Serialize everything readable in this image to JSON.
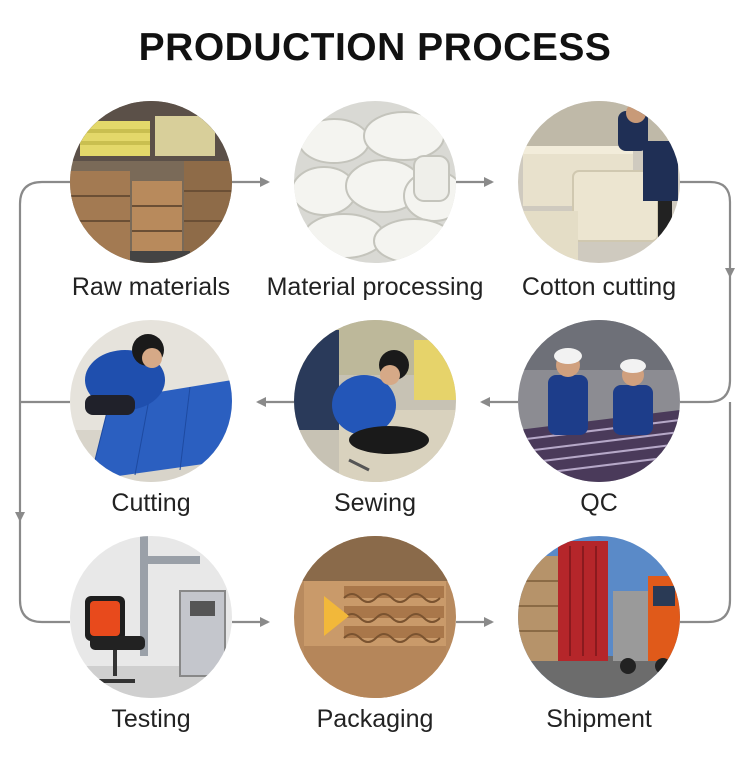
{
  "title": "PRODUCTION PROCESS",
  "colors": {
    "connector": "#8a8a8a",
    "title": "#111111",
    "label": "#222222"
  },
  "steps": [
    {
      "label": "Raw materials",
      "picture": "warehouse-with-foam-and-boxes"
    },
    {
      "label": "Material processing",
      "picture": "white-foam-cushions"
    },
    {
      "label": "Cotton cutting",
      "picture": "worker-cutting-foam-blocks"
    },
    {
      "label": "QC",
      "picture": "inspectors-checking-metal-parts"
    },
    {
      "label": "Sewing",
      "picture": "worker-sewing-fabric"
    },
    {
      "label": "Cutting",
      "picture": "worker-cutting-blue-mesh"
    },
    {
      "label": "Testing",
      "picture": "chair-testing-machine"
    },
    {
      "label": "Packaging",
      "picture": "corrugated-cardboard-box"
    },
    {
      "label": "Shipment",
      "picture": "container-truck-loading"
    }
  ]
}
